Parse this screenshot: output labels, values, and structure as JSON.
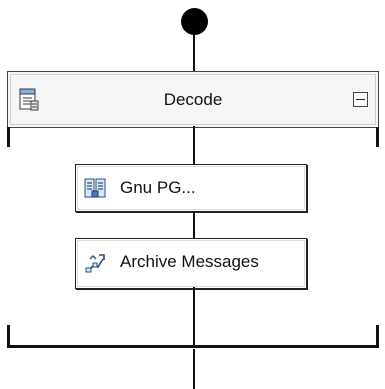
{
  "diagram": {
    "stage": {
      "title": "Decode",
      "icon": "pipeline-stage-icon",
      "collapse_button": "collapse-icon"
    },
    "shapes": [
      {
        "label": "Gnu PG...",
        "icon": "gnupg-component-icon"
      },
      {
        "label": "Archive Messages",
        "icon": "archive-component-icon"
      }
    ],
    "colors": {
      "line": "#111111",
      "border": "#222222",
      "background": "#ffffff",
      "stage_header_bg": "#f6f6f6"
    }
  }
}
